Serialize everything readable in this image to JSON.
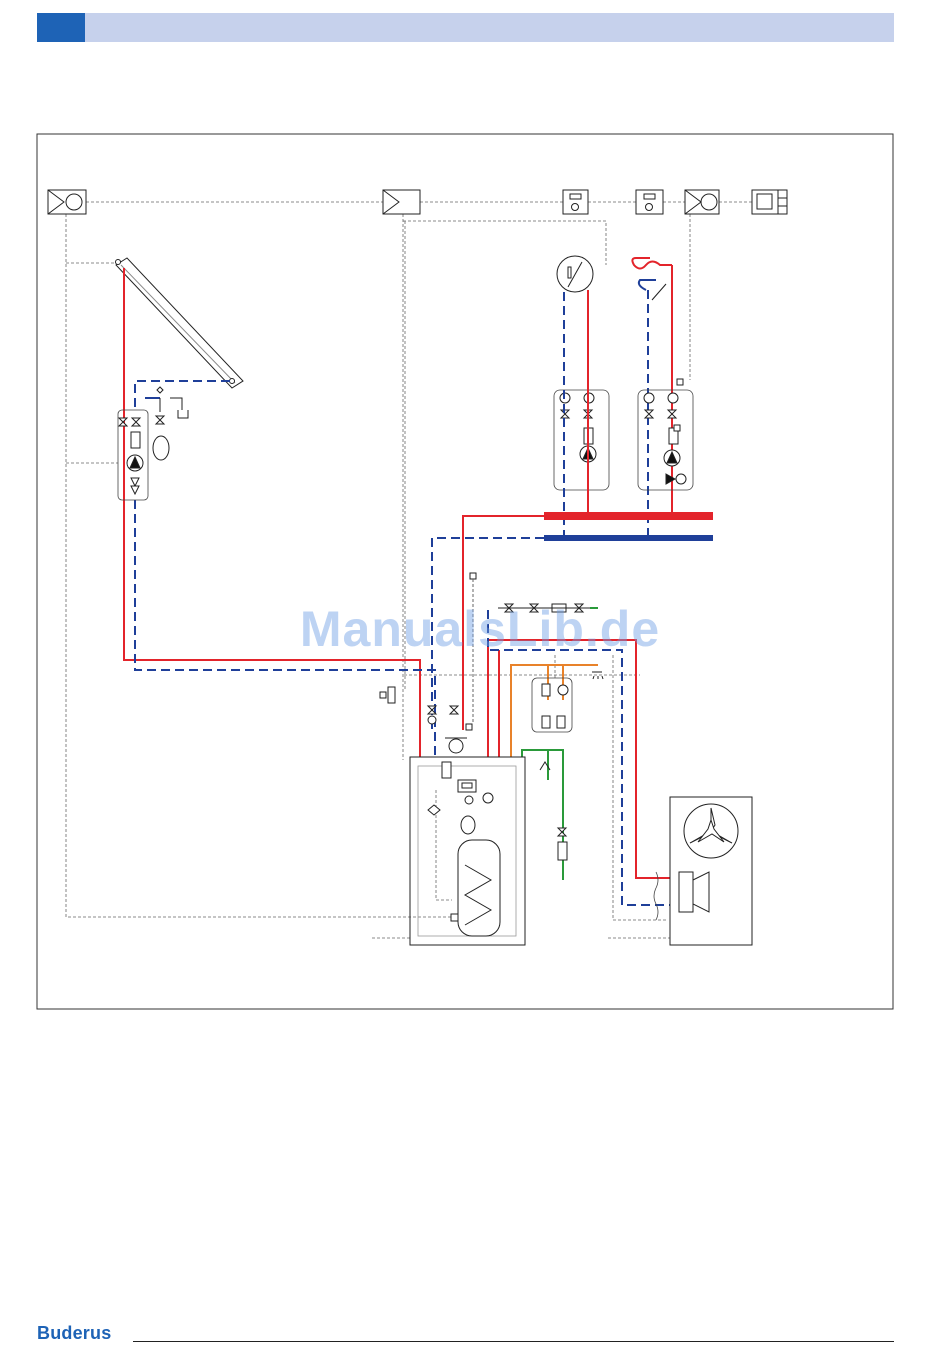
{
  "header": {
    "accent_color": "#1e63b6",
    "bar_color": "#c6d1ec"
  },
  "diagram": {
    "pipe_colors": {
      "flow": "#e3242b",
      "return": "#1f3f99",
      "dhw_hot": "#e8822a",
      "cold_water": "#2a9a3a",
      "signal": "#555555"
    },
    "components": [
      "solar-collector-icon",
      "solar-pump-station",
      "expansion-vessel-icon",
      "heat-pump-outdoor-unit",
      "indoor-unit-with-dhw-tank",
      "heating-circuit-1-station",
      "heating-circuit-2-station",
      "room-thermostat-icon",
      "underfloor-heating-icon",
      "low-loss-header",
      "mixing-valve-group",
      "safety-valve-group"
    ]
  },
  "watermark": "ManualsLib.de",
  "footer": {
    "brand": "Buderus",
    "brand_color": "#1e63b6"
  }
}
